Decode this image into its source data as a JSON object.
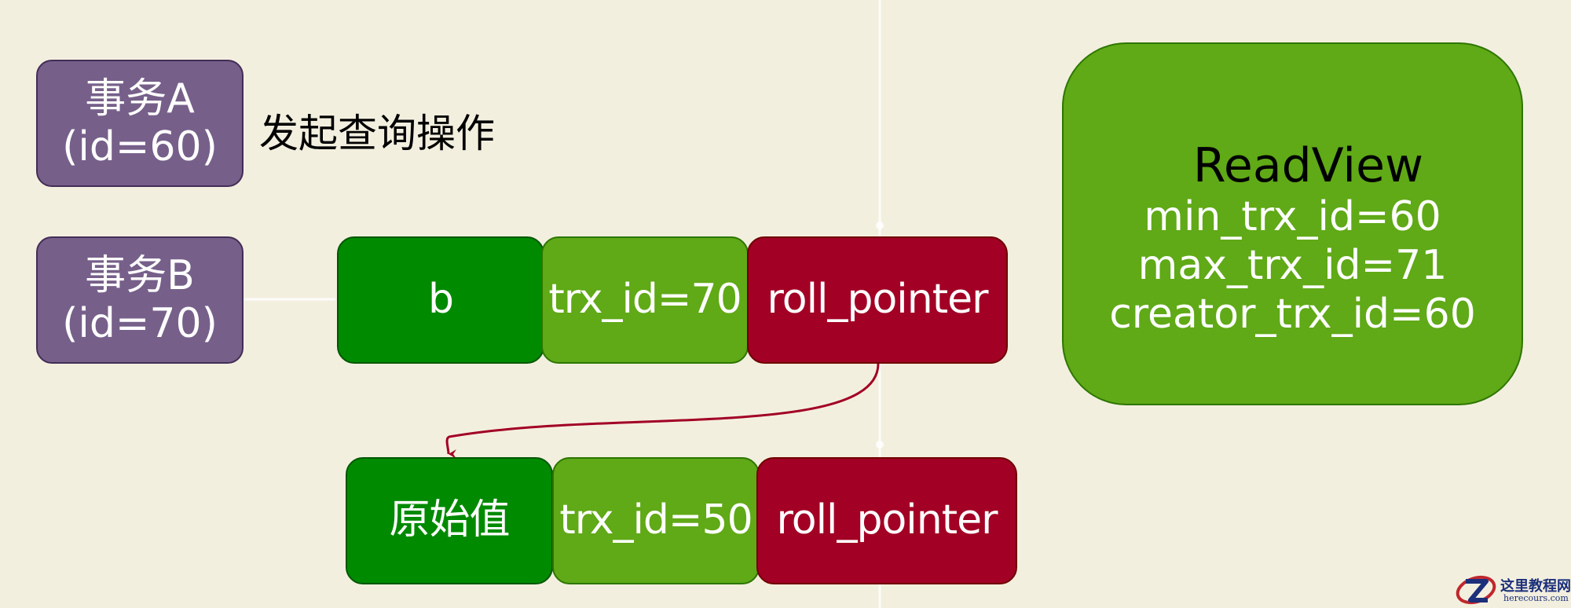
{
  "transactions": [
    {
      "name": "事务A",
      "id_text": "(id=60)"
    },
    {
      "name": "事务B",
      "id_text": "(id=70)"
    }
  ],
  "action_label": "发起查询操作",
  "current_row": {
    "value": "b",
    "trx_id": "trx_id=70",
    "roll_pointer": "roll_pointer"
  },
  "undo_row": {
    "value": "原始值",
    "trx_id": "trx_id=50",
    "roll_pointer": "roll_pointer"
  },
  "readview": {
    "title": "ReadView",
    "lines": [
      "min_trx_id=60",
      "max_trx_id=71",
      "creator_trx_id=60"
    ]
  },
  "watermark": {
    "name": "这里教程网",
    "domain": "herecours.com"
  },
  "colors": {
    "background": "#f3efdf",
    "transaction_fill": "#76608a",
    "dark_green": "#008a00",
    "light_green": "#60a917",
    "red": "#a20025",
    "arrow": "#a20025"
  }
}
